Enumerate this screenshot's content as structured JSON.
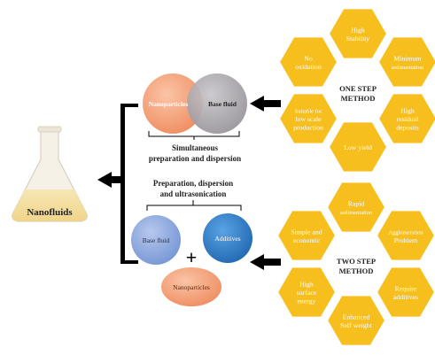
{
  "flask": {
    "label": "Nanofluids"
  },
  "one_step": {
    "title_line1": "ONE STEP",
    "title_line2": "METHOD",
    "hexagons": [
      {
        "lines": [
          "High",
          "Stability"
        ]
      },
      {
        "lines": [
          "Minimum",
          "sedimentation"
        ]
      },
      {
        "lines": [
          "High",
          "residual",
          "deposits"
        ]
      },
      {
        "lines": [
          "Low yield"
        ]
      },
      {
        "lines": [
          "Suitable for",
          "low scale",
          "production"
        ]
      },
      {
        "lines": [
          "No",
          "oxidation"
        ]
      }
    ]
  },
  "two_step": {
    "title_line1": "TWO STEP",
    "title_line2": "METHOD",
    "hexagons": [
      {
        "lines": [
          "Rapid",
          "sedimentation"
        ]
      },
      {
        "lines": [
          "Agglomeration",
          "Problem"
        ]
      },
      {
        "lines": [
          "Require",
          "additives"
        ]
      },
      {
        "lines": [
          "Enhanced",
          "Self weight"
        ]
      },
      {
        "lines": [
          "High",
          "surface",
          "energy"
        ]
      },
      {
        "lines": [
          "Simple and",
          "economic"
        ]
      }
    ]
  },
  "venn": {
    "left": "Nanoparticles",
    "right": "Base fluid",
    "caption_line1": "Simultaneous",
    "caption_line2": "preparation and dispersion"
  },
  "two_step_prep": {
    "caption_line1": "Preparation, dispersion",
    "caption_line2": "and ultrasonication",
    "base_fluid": "Base fluid",
    "additives": "Additives",
    "plus": "+",
    "nanoparticles": "Nanoparticles"
  },
  "colors": {
    "hexagon_fill": "#f7bf1d",
    "hexagon_text": "#ffffff",
    "nanoparticle_orange": "#f4a27b",
    "base_fluid_grey": "#a8a5aa",
    "base_fluid_blue": "#8aa6dc",
    "additives_blue": "#2f7fc9",
    "arrow": "#000000"
  }
}
